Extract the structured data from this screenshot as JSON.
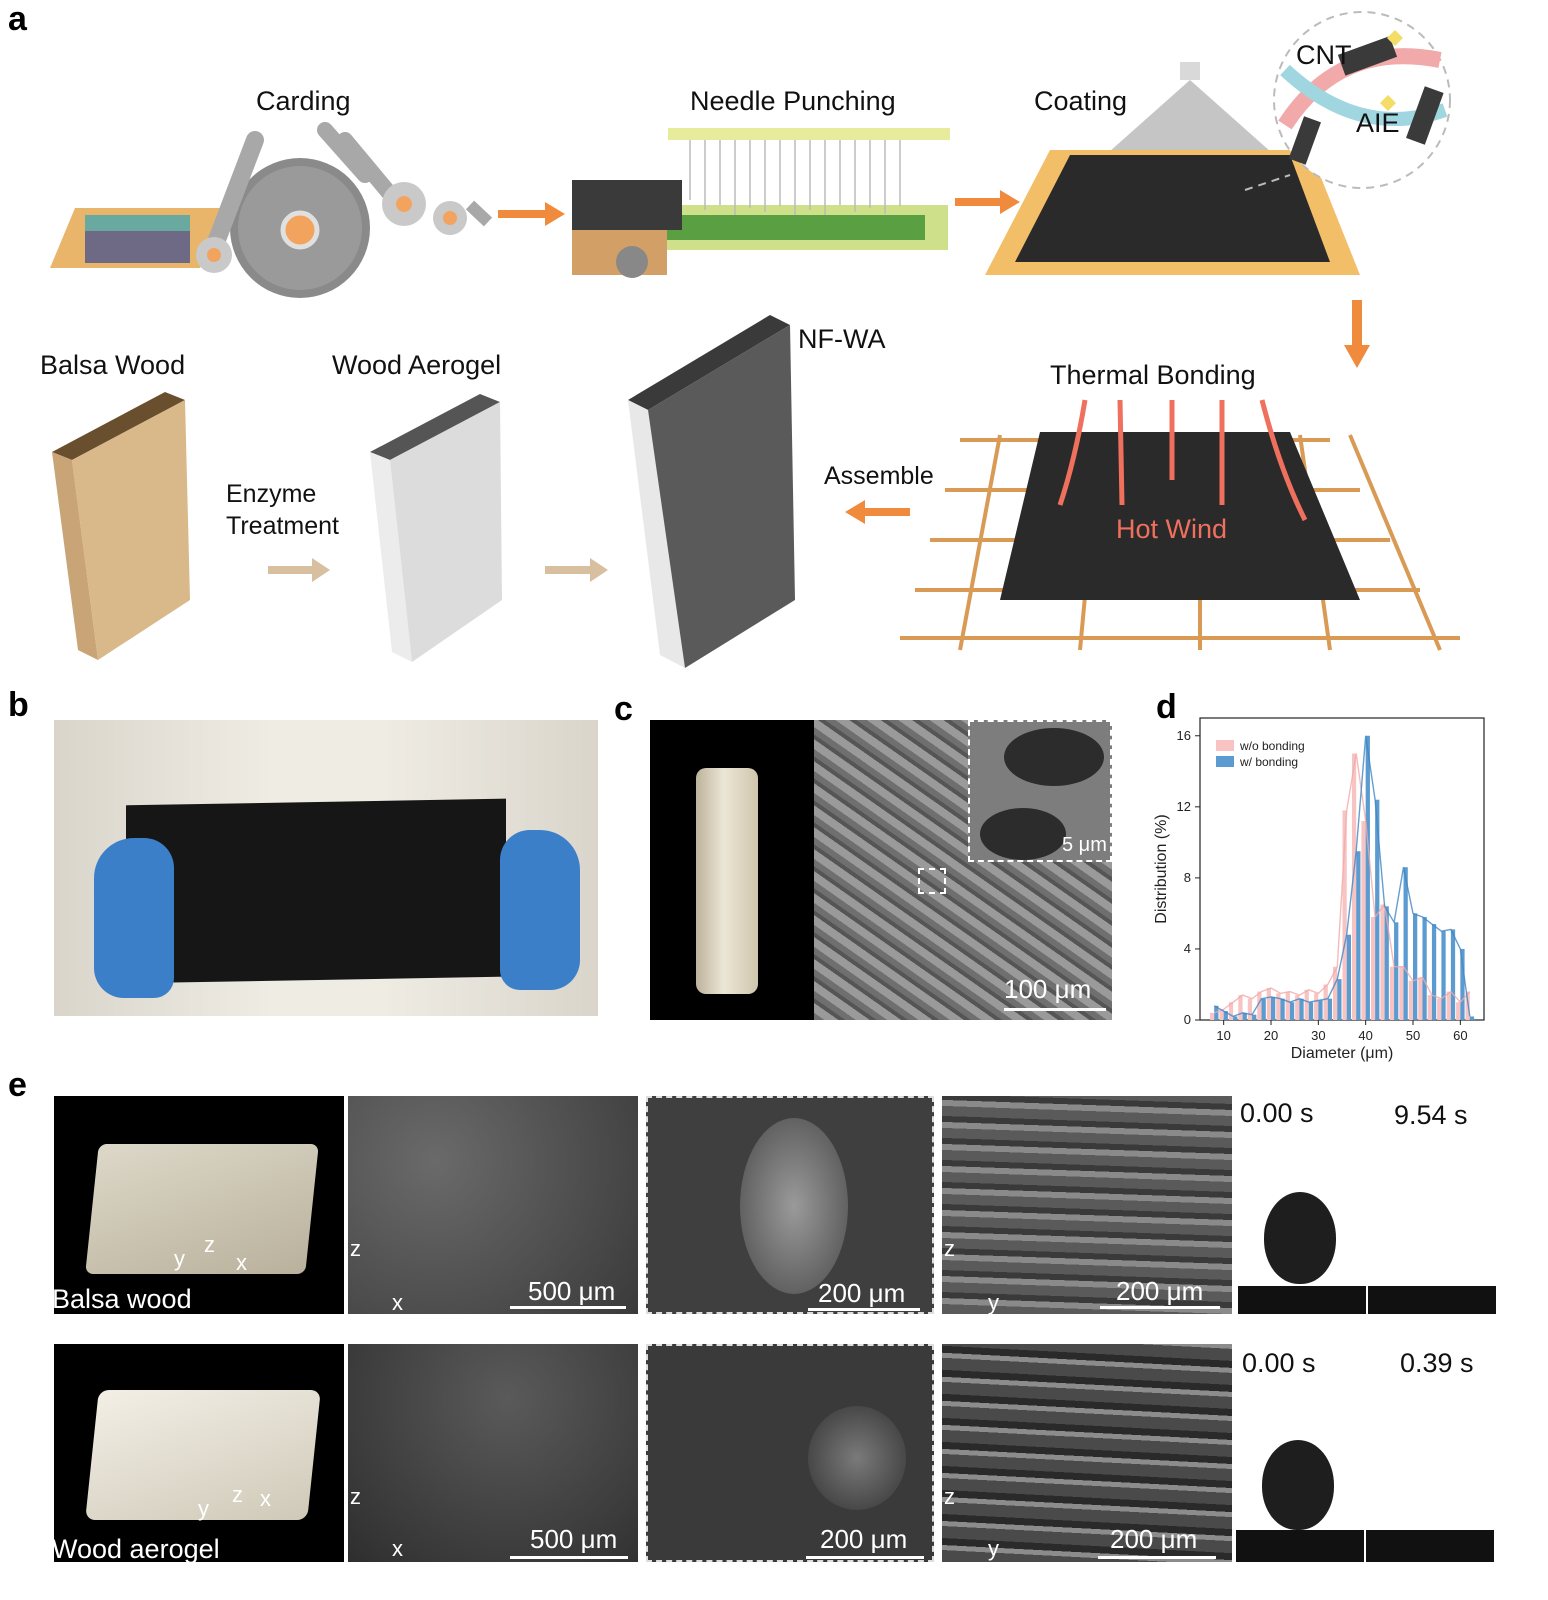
{
  "panels": {
    "a": "a",
    "b": "b",
    "c": "c",
    "d": "d",
    "e": "e"
  },
  "panel_a": {
    "carding": "Carding",
    "needle_punching": "Needle Punching",
    "coating": "Coating",
    "cnt": "CNT",
    "aie": "AIE",
    "thermal_bonding": "Thermal Bonding",
    "hot_wind": "Hot Wind",
    "balsa_wood": "Balsa Wood",
    "wood_aerogel": "Wood Aerogel",
    "nf_wa": "NF-WA",
    "enzyme_line1": "Enzyme",
    "enzyme_line2": "Treatment",
    "assemble": "Assemble"
  },
  "panel_c": {
    "scale_inset": "5 μm",
    "scale_main": "100 μm"
  },
  "panel_e": {
    "row1_label": "Balsa wood",
    "row2_label": "Wood aerogel",
    "scale_500_1": "500 μm",
    "scale_200_1a": "200 μm",
    "scale_200_1b": "200 μm",
    "scale_500_2": "500 μm",
    "scale_200_2a": "200 μm",
    "scale_200_2b": "200 μm",
    "axis_x": "x",
    "axis_y": "y",
    "axis_z": "z",
    "t1_start": "0.00 s",
    "t1_end": "9.54 s",
    "t2_start": "0.00 s",
    "t2_end": "0.39 s"
  },
  "chart_data": {
    "type": "bar",
    "xlabel": "Diameter (μm)",
    "ylabel": "Distribution (%)",
    "xlim": [
      5,
      65
    ],
    "ylim": [
      0,
      17
    ],
    "xticks": [
      10,
      20,
      30,
      40,
      50,
      60
    ],
    "yticks": [
      0,
      4,
      8,
      12,
      16
    ],
    "legend_placement": "top-left",
    "x": [
      8,
      10,
      12,
      14,
      16,
      18,
      20,
      22,
      24,
      26,
      28,
      30,
      32,
      34,
      36,
      38,
      40,
      42,
      44,
      46,
      48,
      50,
      52,
      54,
      56,
      58,
      60,
      62
    ],
    "series": [
      {
        "name": "w/o bonding",
        "color": "#f7c3c3",
        "values": [
          0.4,
          0.6,
          1.0,
          1.4,
          1.2,
          1.6,
          1.8,
          1.5,
          1.6,
          1.4,
          1.7,
          1.5,
          2.0,
          3.0,
          11.8,
          15.0,
          11.2,
          5.8,
          6.5,
          3.0,
          3.0,
          2.2,
          2.4,
          1.4,
          1.2,
          1.6,
          1.0,
          1.6
        ]
      },
      {
        "name": "w/ bonding",
        "color": "#5b9bd0",
        "values": [
          0.8,
          0.5,
          0.2,
          0.4,
          0.3,
          1.2,
          1.3,
          1.2,
          1.0,
          1.2,
          1.0,
          1.1,
          1.2,
          2.3,
          4.8,
          9.5,
          16.0,
          12.4,
          6.4,
          5.5,
          8.6,
          6.0,
          5.8,
          5.4,
          5.0,
          5.1,
          4.0,
          0.2
        ]
      }
    ]
  }
}
